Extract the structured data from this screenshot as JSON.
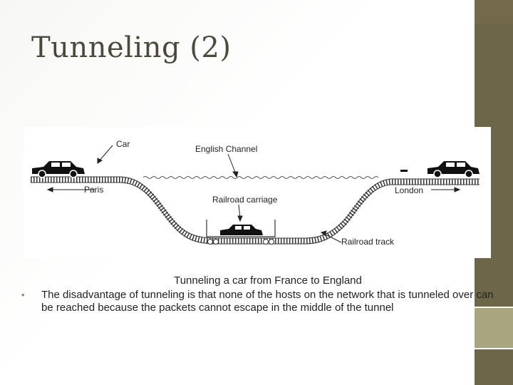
{
  "slide": {
    "title": "Tunneling (2)"
  },
  "figure": {
    "labels": {
      "car": "Car",
      "channel": "English Channel",
      "paris": "Paris",
      "london": "London",
      "carriage": "Railroad carriage",
      "track": "Railroad track"
    }
  },
  "caption": "Tunneling a car from France to England",
  "bullets": [
    {
      "text": "The disadvantage of tunneling is that none of the hosts on the network that is tunneled over can be reached because the packets cannot escape in the middle of the tunnel"
    }
  ],
  "colors": {
    "accent_bar": "#6f6749",
    "accent_light": "#a9a57e",
    "title": "#4a4a3c"
  }
}
